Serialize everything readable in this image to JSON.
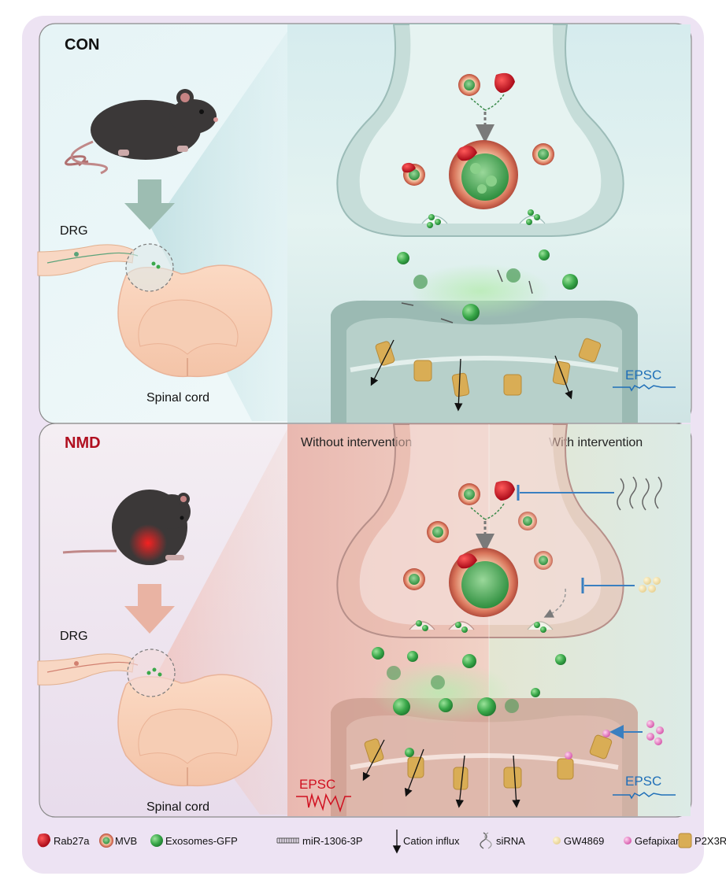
{
  "panels": {
    "con": {
      "label": "CON",
      "drg_label": "DRG",
      "spinal_label": "Spinal cord",
      "epsc_label": "EPSC"
    },
    "nmd": {
      "label": "NMD",
      "drg_label": "DRG",
      "spinal_label": "Spinal cord",
      "without_label": "Without intervention",
      "with_label": "With intervention",
      "epsc_left_label": "EPSC",
      "epsc_right_label": "EPSC"
    }
  },
  "legend": [
    {
      "icon": "rab27a-icon",
      "label": "Rab27a"
    },
    {
      "icon": "mvb-icon",
      "label": "MVB"
    },
    {
      "icon": "exosome-icon",
      "label": "Exosomes-GFP"
    },
    {
      "icon": "mirna-icon",
      "label": "miR-1306-3P"
    },
    {
      "icon": "cation-arrow-icon",
      "label": "Cation influx"
    },
    {
      "icon": "sirna-icon",
      "label": "siRNA"
    },
    {
      "icon": "gw4869-icon",
      "label": "GW4869"
    },
    {
      "icon": "gefapixant-icon",
      "label": "Gefapixant"
    },
    {
      "icon": "p2x3r-icon",
      "label": "P2X3R"
    }
  ],
  "colors": {
    "con_label": "#111111",
    "nmd_label": "#b01020",
    "epsc_blue": "#1f6fb8",
    "epsc_red": "#d01020",
    "exosome_green": "#3aa84a",
    "rab27a_red": "#c0111c",
    "receptor_gold": "#d9ad55",
    "inhibit_blue": "#3a7fc0"
  }
}
